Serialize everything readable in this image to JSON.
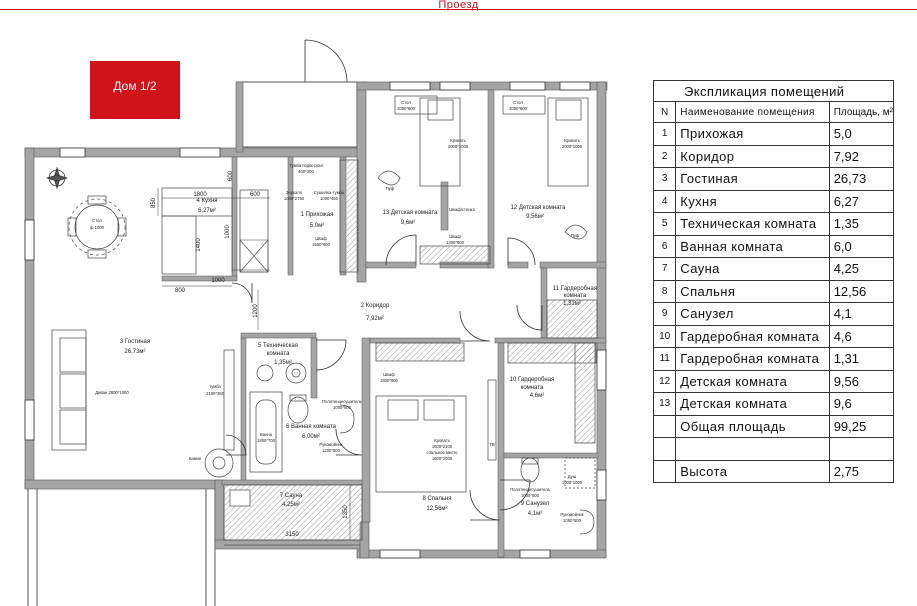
{
  "header": {
    "street_label": "Проезд"
  },
  "badge": {
    "text": "Дом 1/2",
    "color": "#d0121b"
  },
  "explication": {
    "title": "Экспликация помещений",
    "columns": {
      "n": "N",
      "name": "Наименование помещения",
      "area": "Площадь, м²"
    },
    "rows": [
      {
        "n": "1",
        "name": "Прихожая",
        "area": "5,0"
      },
      {
        "n": "2",
        "name": "Коридор",
        "area": "7,92"
      },
      {
        "n": "3",
        "name": "Гостиная",
        "area": "26,73"
      },
      {
        "n": "4",
        "name": "Кухня",
        "area": "6,27"
      },
      {
        "n": "5",
        "name": "Техническая комната",
        "area": "1,35"
      },
      {
        "n": "6",
        "name": "Ванная комната",
        "area": "6,0"
      },
      {
        "n": "7",
        "name": "Сауна",
        "area": "4,25"
      },
      {
        "n": "8",
        "name": "Спальня",
        "area": "12,56"
      },
      {
        "n": "9",
        "name": "Санузел",
        "area": "4,1"
      },
      {
        "n": "10",
        "name": "Гардеробная комната",
        "area": "4,6"
      },
      {
        "n": "11",
        "name": "Гардеробная комната",
        "area": "1,31"
      },
      {
        "n": "12",
        "name": "Детская комната",
        "area": "9,56"
      },
      {
        "n": "13",
        "name": "Детская комната",
        "area": "9,6"
      }
    ],
    "total": {
      "name": "Общая площадь",
      "area": "99,25"
    },
    "height": {
      "name": "Высота",
      "area": "2,75"
    }
  },
  "plan": {
    "rooms": {
      "r1": {
        "name": "1 Прихожая",
        "area": "5,0м²"
      },
      "r2": {
        "name": "2 Коридор",
        "area": "7,92м²"
      },
      "r3": {
        "name": "3 Гостиная",
        "area": "26,73м²"
      },
      "r4": {
        "name": "4 Кухня",
        "area": "6,27м²"
      },
      "r5": {
        "name": "5 Техническая",
        "name2": "комната",
        "area": "1,35м²"
      },
      "r6": {
        "name": "6 Ванная комната",
        "area": "6,00м²"
      },
      "r7": {
        "name": "7 Сауна",
        "area": "4,25м²"
      },
      "r8": {
        "name": "8 Спальня",
        "area": "12,56м²"
      },
      "r9": {
        "name": "9 Санузел",
        "area": "4,1м²"
      },
      "r10": {
        "name": "10 Гардеробная",
        "name2": "комната",
        "area": "4,6м²"
      },
      "r11": {
        "name": "11 Гардеробная",
        "name2": "комната",
        "area": "1,31м²"
      },
      "r12": {
        "name": "12 Детская комната",
        "area": "9,56м²"
      },
      "r13": {
        "name": "13 Детская комната",
        "area": "9,6м²"
      }
    },
    "furniture": {
      "table": "Стол",
      "table_size": "ф 1000",
      "sofa": "Диван 2800*1000",
      "tumba1": "тумба",
      "tumba1_size": "2100*350",
      "fireplace": "Камин",
      "tumba_shoes": "Тумба подвесная",
      "tumba_shoes_size": "400*300",
      "mirror": "Зеркало",
      "mirror_size": "1000*2750",
      "dryer": "Сушилка-тумба",
      "dryer_size": "1000*450",
      "wardrobe1": "Шкаф",
      "wardrobe1_size": "1500*600",
      "desk13": "Стол",
      "desk13_size": "1000*600",
      "bed13": "Кровать",
      "bed13_size": "2000*1000",
      "partition": "Шкаф/стенка",
      "puf13": "Пуф",
      "wardrobe13": "Шкаф",
      "wardrobe13_size": "1300*600",
      "desk12": "Стол",
      "desk12_size": "1000*600",
      "bed12": "Кровать",
      "bed12_size": "2000*1000",
      "puf12": "Пуф",
      "wardrobe8": "Шкаф",
      "wardrobe8_size": "1800*600",
      "bed8": "Кровать",
      "bed8_size": "1600*2100",
      "bed8_note": "спальное место",
      "bed8_note_size": "1600*2000",
      "bath": "Ванна",
      "bath_size": "1800*700",
      "towel6": "Полотенцесушитель",
      "towel6_size": "1000*500",
      "sink6": "Рукомойник",
      "sink6_size": "1200*500",
      "towel9": "Полотенцесушитель",
      "towel9_size": "1000*500",
      "shower9": "Душ",
      "shower9_size": "1000*1000",
      "sink9": "Рукомойник",
      "sink9_size": "1050*500",
      "tv": "ТВ"
    },
    "dims": {
      "d1800": "1800",
      "d600a": "600",
      "d850": "850",
      "d1400": "1400",
      "d1000": "1000",
      "d800": "800",
      "d1000b": "1000",
      "d600b": "600",
      "d1200": "1200",
      "d3150": "3150",
      "d1350": "1350"
    }
  }
}
